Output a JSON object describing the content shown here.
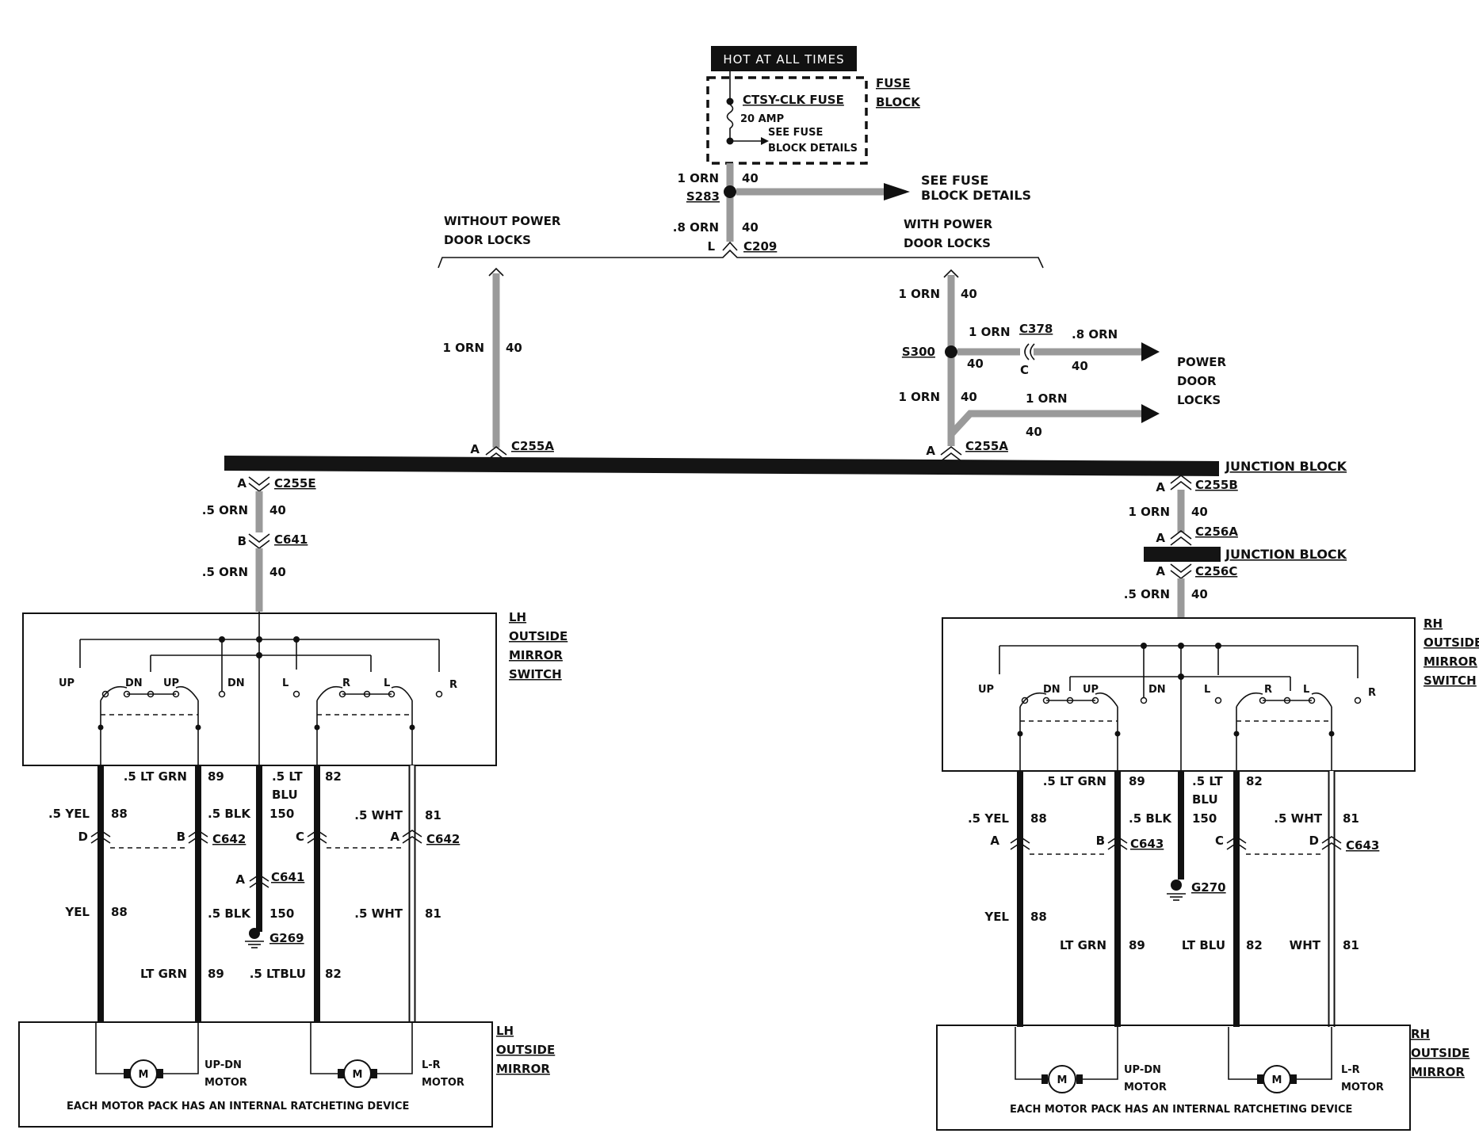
{
  "header": {
    "hot_label": "HOT AT ALL TIMES",
    "fuse_block": "FUSE BLOCK",
    "fuse_block_1": "FUSE",
    "fuse_block_2": "BLOCK",
    "fuse_name": "CTSY-CLK FUSE",
    "fuse_amp": "20 AMP",
    "see_fuse_1": "SEE FUSE",
    "see_fuse_2": "BLOCK DETAILS",
    "see_fuse_block_1": "SEE FUSE",
    "see_fuse_block_2": "BLOCK DETAILS"
  },
  "feed": {
    "wire_1orn": "1 ORN",
    "wire_8orn": ".8 ORN",
    "circuit": "40",
    "splice_s283": "S283",
    "conn_c209": "C209",
    "pin_l": "L"
  },
  "branches": {
    "without_1": "WITHOUT POWER",
    "without_2": "DOOR LOCKS",
    "with_1": "WITH POWER",
    "with_2": "DOOR LOCKS",
    "left_wire": "1 ORN",
    "left_circuit": "40",
    "right_wire_top": "1 ORN",
    "right_circuit_top": "40",
    "splice_s300": "S300",
    "conn_c378": "C378",
    "pin_c": "C",
    "wire_1orn_a": "1 ORN",
    "wire_8orn_b": ".8 ORN",
    "circuit_a": "40",
    "circuit_b": "40",
    "right_wire_low": "1 ORN",
    "right_circuit_low": "40",
    "wire_1orn_c": "1 ORN",
    "circuit_c": "40",
    "power_1": "POWER",
    "power_2": "DOOR",
    "power_3": "LOCKS"
  },
  "junction": {
    "label_main": "JUNCTION BLOCK",
    "label_small": "JUNCTION BLOCK",
    "c255a_left": "C255A",
    "c255a_right": "C255A",
    "c255e": "C255E",
    "c255b": "C255B",
    "c256a": "C256A",
    "c256c": "C256C",
    "pin_a": "A"
  },
  "left": {
    "wire_5orn_1": ".5 ORN",
    "wire_5orn_2": ".5 ORN",
    "circuit_1": "40",
    "circuit_2": "40",
    "conn_c641": "C641",
    "pin_b": "B",
    "switch_1": "LH",
    "switch_2": "OUTSIDE",
    "switch_3": "MIRROR",
    "switch_4": "SWITCH",
    "sw_up1": "UP",
    "sw_dn1": "DN",
    "sw_up2": "UP",
    "sw_dn2": "DN",
    "sw_l1": "L",
    "sw_r1": "R",
    "sw_l2": "L",
    "sw_r2": "R",
    "w_5yel": ".5 YEL",
    "c_88": "88",
    "w_5ltgrn": ".5 LT GRN",
    "c_89": "89",
    "w_5blk": ".5 BLK",
    "w_5lt": ".5 LT",
    "w_blu": "BLU",
    "c_150": "150",
    "c_82": "82",
    "w_5wht": ".5 WHT",
    "c_81": "81",
    "pin_d": "D",
    "pin_b2": "B",
    "pin_c": "C",
    "pin_a": "A",
    "conn_c642a": "C642",
    "conn_c642b": "C642",
    "pin_a_gnd": "A",
    "conn_c641_gnd": "C641",
    "ground": "G269",
    "w_yel": "YEL",
    "c_88b": "88",
    "w_5blk_b": ".5 BLK",
    "c_150b": "150",
    "w_5wht_b": ".5 WHT",
    "c_81b": "81",
    "w_ltgrn": "LT GRN",
    "c_89b": "89",
    "w_5ltblu": ".5 LTBLU",
    "c_82b": "82",
    "motor_updn_1": "UP-DN",
    "motor_updn_2": "MOTOR",
    "motor_lr_1": "L-R",
    "motor_lr_2": "MOTOR",
    "ratchet": "EACH MOTOR PACK HAS AN INTERNAL RATCHETING DEVICE",
    "mirror_1": "LH",
    "mirror_2": "OUTSIDE",
    "mirror_3": "MIRROR",
    "motor_m1": "M",
    "motor_m2": "M"
  },
  "right": {
    "wire_1orn": "1 ORN",
    "circuit_1": "40",
    "wire_5orn": ".5 ORN",
    "circuit_2": "40",
    "pin_a1": "A",
    "pin_a2": "A",
    "pin_a3": "A",
    "switch_1": "RH",
    "switch_2": "OUTSIDE",
    "switch_3": "MIRROR",
    "switch_4": "SWITCH",
    "sw_up1": "UP",
    "sw_dn1": "DN",
    "sw_up2": "UP",
    "sw_dn2": "DN",
    "sw_l1": "L",
    "sw_r1": "R",
    "sw_l2": "L",
    "sw_r2": "R",
    "w_5yel": ".5 YEL",
    "c_88": "88",
    "w_5ltgrn": ".5 LT GRN",
    "c_89": "89",
    "w_5blk": ".5 BLK",
    "w_5lt": ".5 LT",
    "w_blu": "BLU",
    "c_150": "150",
    "c_82": "82",
    "w_5wht": ".5 WHT",
    "c_81": "81",
    "pin_a": "A",
    "pin_b": "B",
    "pin_c": "C",
    "pin_d": "D",
    "conn_c643a": "C643",
    "conn_c643b": "C643",
    "ground": "G270",
    "w_yel": "YEL",
    "c_88b": "88",
    "w_ltgrn": "LT GRN",
    "c_89b": "89",
    "w_ltblu": "LT BLU",
    "c_82b": "82",
    "w_wht": "WHT",
    "c_81b": "81",
    "motor_updn_1": "UP-DN",
    "motor_updn_2": "MOTOR",
    "motor_lr_1": "L-R",
    "motor_lr_2": "MOTOR",
    "ratchet": "EACH MOTOR PACK HAS AN INTERNAL RATCHETING DEVICE",
    "mirror_1": "RH",
    "mirror_2": "OUTSIDE",
    "mirror_3": "MIRROR",
    "motor_m1": "M",
    "motor_m2": "M"
  }
}
